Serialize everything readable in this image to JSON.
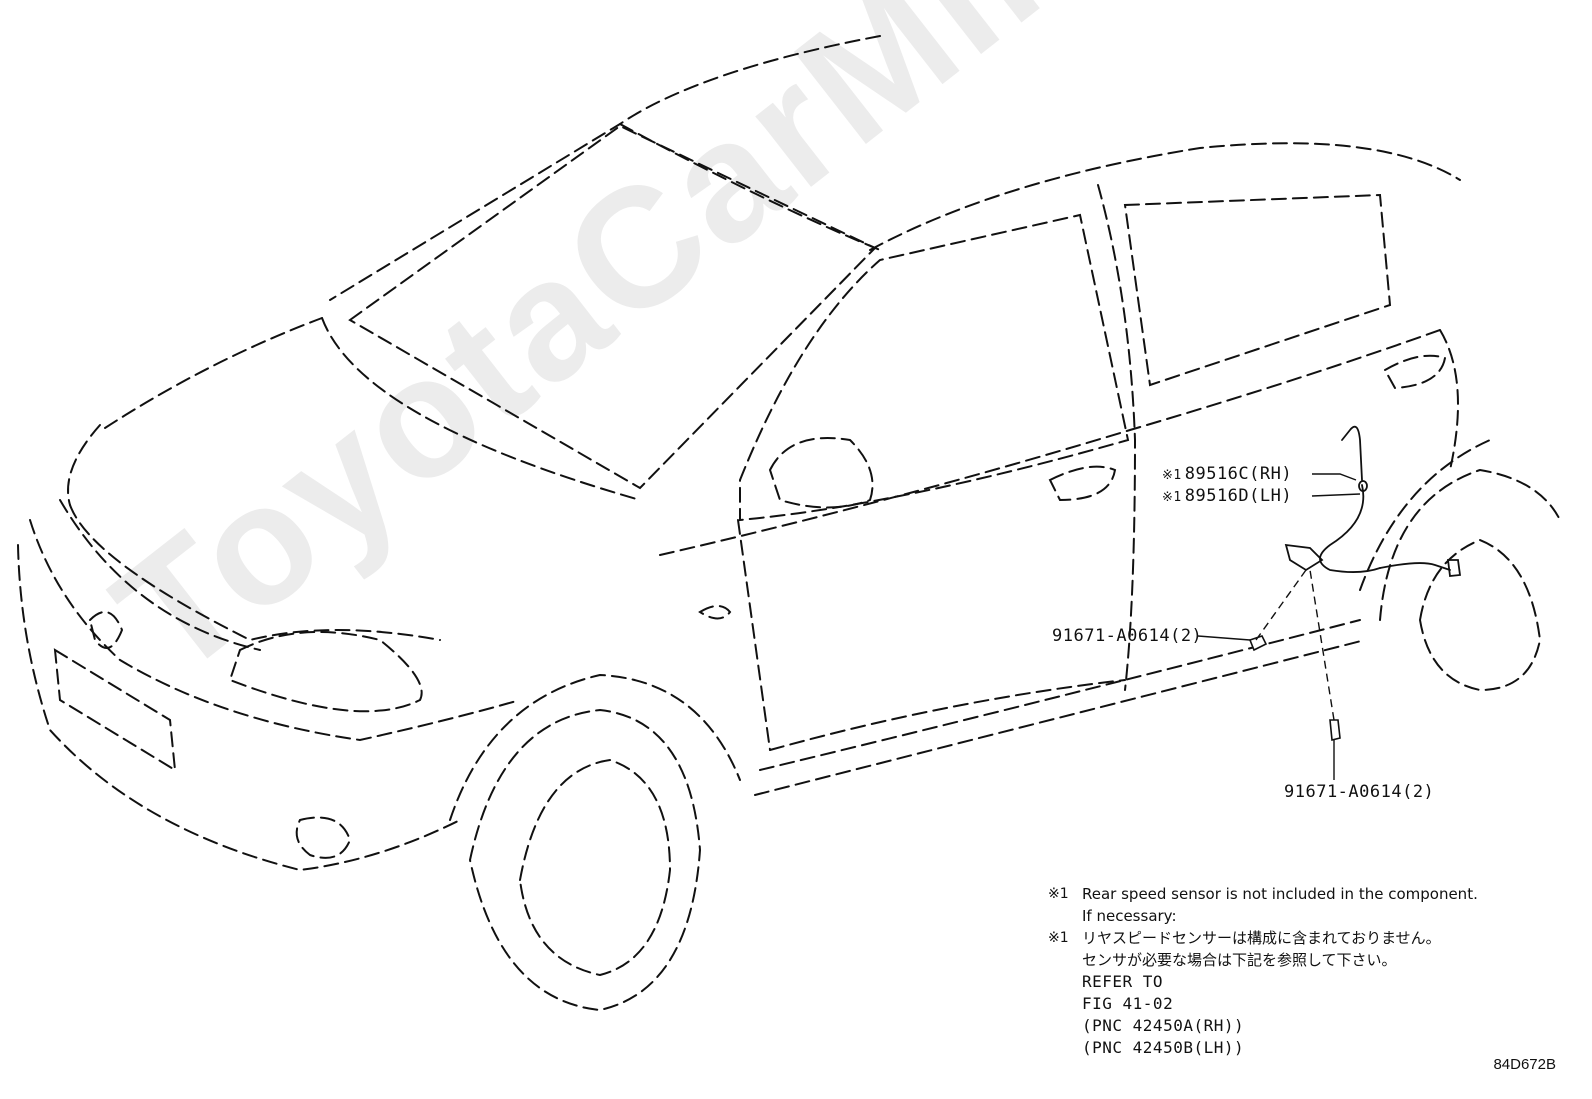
{
  "watermark": "ToyotaCarMine.ru",
  "callouts": {
    "sensor_rh": {
      "ref": "※1",
      "part": "89516C(RH)"
    },
    "sensor_lh": {
      "ref": "※1",
      "part": "89516D(LH)"
    },
    "bolt_upper": {
      "part": "91671-A0614(2)"
    },
    "bolt_lower": {
      "part": "91671-A0614(2)"
    }
  },
  "notes": {
    "en_mark": "※1",
    "en_line1": "Rear speed sensor is not included in the component.",
    "en_line2": "If necessary:",
    "jp_mark": "※1",
    "jp_line1": "リヤスピードセンサーは構成に含まれておりません。",
    "jp_line2": "センサが必要な場合は下記を参照して下さい。",
    "refer": "REFER TO",
    "fig": "FIG 41-02",
    "pnc_rh": "(PNC 42450A(RH))",
    "pnc_lh": "(PNC 42450B(LH))"
  },
  "diagram_code": "84D672B"
}
